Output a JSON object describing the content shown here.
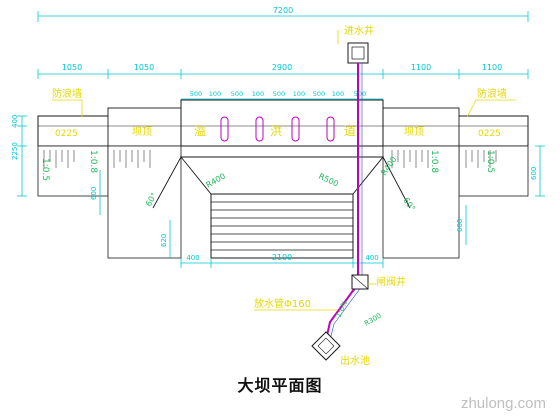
{
  "caption": "大坝平面图",
  "watermark": "zhulong.com",
  "dimensions": {
    "total_top": "7200",
    "left_outer": "1050",
    "left_inner": "1050",
    "center": "2900",
    "right_inner": "1100",
    "right_outer": "1100",
    "top_row": [
      "500",
      "100",
      "500",
      "100",
      "500",
      "100",
      "500",
      "100",
      "500"
    ],
    "bottom_left": "400",
    "bottom_center": "2100",
    "bottom_right": "400",
    "left_vertical": [
      "400",
      "2250",
      "600",
      "620"
    ],
    "right_vertical": [
      "600",
      "600"
    ],
    "slope_left": "R400",
    "slope_mid": "R500",
    "slope_right": "R400",
    "pipe_r": "R300",
    "pipe_slope": "1:6%",
    "angle_left": "60°",
    "angle_right": "60°"
  },
  "labels": {
    "inlet_well": "进水井",
    "parapet_left": "防浪墙",
    "parapet_right": "防浪墙",
    "crest_left": "坝顶",
    "crest_right": "坝顶",
    "spillway_1": "溢",
    "spillway_2": "洪",
    "spillway_3": "道",
    "slope_left_a": "1:0.5",
    "slope_left_b": "1:0.8",
    "slope_right_a": "1:0.8",
    "slope_right_b": "1:0.5",
    "cut_left": "0225",
    "cut_right": "0225",
    "gate_well": "闸阀井",
    "outlet_pipe": "放水管Φ160",
    "outlet_pool": "出水池"
  },
  "colors": {
    "structure": "#ffffff",
    "outline": "#1a1a1a",
    "cyan": "#00c8d2",
    "yellow": "#e6d800",
    "green": "#1fb85a",
    "magenta": "#c000c0",
    "blue": "#2a4fd6"
  }
}
